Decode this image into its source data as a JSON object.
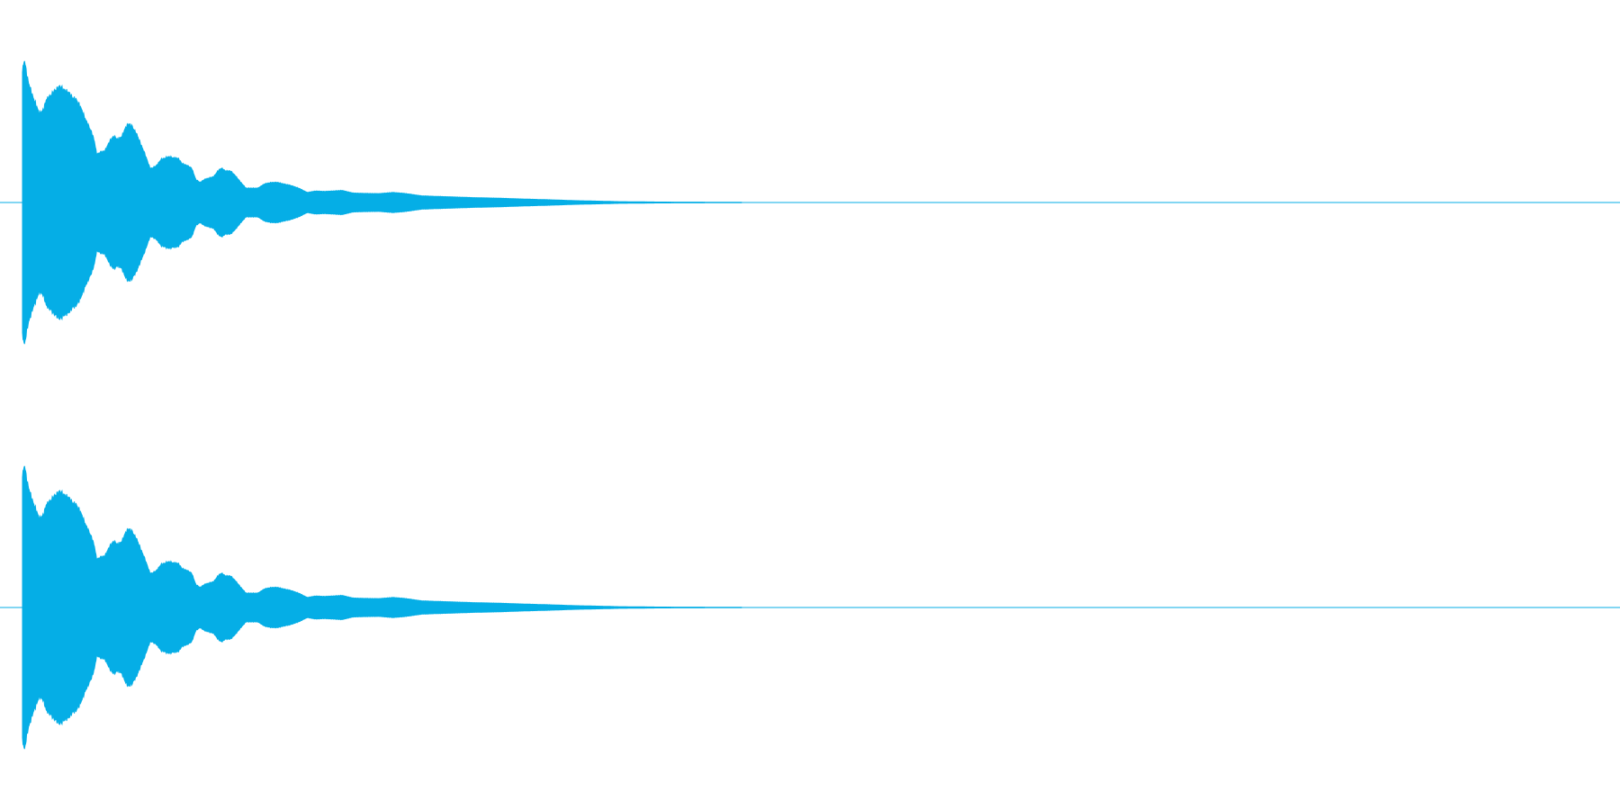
{
  "chart_data": {
    "type": "area",
    "title": "",
    "xlabel": "",
    "ylabel": "",
    "grid": false,
    "legend": "none",
    "x_range": [
      0,
      1
    ],
    "y_range": [
      -1,
      1
    ],
    "colors": {
      "waveform": "#05aee6",
      "baseline": "#05aee6",
      "background": "#ffffff"
    },
    "channels": [
      {
        "channel": 1
      },
      {
        "channel": 2
      }
    ],
    "envelope": {
      "x": [
        0,
        0.0011,
        0.0032,
        0.0064,
        0.0106,
        0.0133,
        0.0149,
        0.017,
        0.0202,
        0.0234,
        0.0266,
        0.0287,
        0.0314,
        0.0335,
        0.0351,
        0.0366,
        0.0383,
        0.0398,
        0.042,
        0.0436,
        0.0452,
        0.0463,
        0.0473,
        0.0484,
        0.0516,
        0.0543,
        0.0559,
        0.0574,
        0.0596,
        0.0622,
        0.0644,
        0.0665,
        0.0686,
        0.0718,
        0.0739,
        0.0766,
        0.0798,
        0.0814,
        0.0841,
        0.0867,
        0.0894,
        0.0915,
        0.0947,
        0.0973,
        0.1,
        0.1027,
        0.1059,
        0.1085,
        0.1112,
        0.1138,
        0.1165,
        0.1197,
        0.1223,
        0.1245,
        0.1271,
        0.1303,
        0.133,
        0.1367,
        0.1399,
        0.1436,
        0.1473,
        0.1516,
        0.1559,
        0.1596,
        0.1633,
        0.1676,
        0.1729,
        0.1782,
        0.1835,
        0.1888,
        0.1941,
        0.2,
        0.2069,
        0.2149,
        0.2234,
        0.2319,
        0.2394,
        0.25,
        0.266,
        0.2819,
        0.2979,
        0.3138,
        0.3298,
        0.3457,
        0.3617,
        0.3723,
        0.4,
        0.5,
        0.6,
        0.7,
        0.8,
        0.9,
        1.0
      ],
      "amplitude": [
        0.91,
        1.0,
        0.86,
        0.74,
        0.62,
        0.65,
        0.72,
        0.74,
        0.78,
        0.81,
        0.78,
        0.77,
        0.73,
        0.72,
        0.69,
        0.66,
        0.61,
        0.57,
        0.52,
        0.48,
        0.42,
        0.34,
        0.34,
        0.35,
        0.36,
        0.42,
        0.45,
        0.46,
        0.44,
        0.46,
        0.52,
        0.55,
        0.53,
        0.47,
        0.41,
        0.34,
        0.24,
        0.24,
        0.26,
        0.3,
        0.31,
        0.32,
        0.31,
        0.31,
        0.27,
        0.26,
        0.24,
        0.16,
        0.14,
        0.16,
        0.17,
        0.18,
        0.22,
        0.24,
        0.22,
        0.22,
        0.19,
        0.14,
        0.1,
        0.1,
        0.1,
        0.13,
        0.14,
        0.14,
        0.13,
        0.12,
        0.1,
        0.07,
        0.08,
        0.077,
        0.08,
        0.084,
        0.066,
        0.063,
        0.062,
        0.07,
        0.063,
        0.046,
        0.04,
        0.034,
        0.03,
        0.024,
        0.019,
        0.013,
        0.009,
        0.006,
        0.003,
        0,
        0,
        0,
        0,
        0,
        0
      ]
    }
  }
}
